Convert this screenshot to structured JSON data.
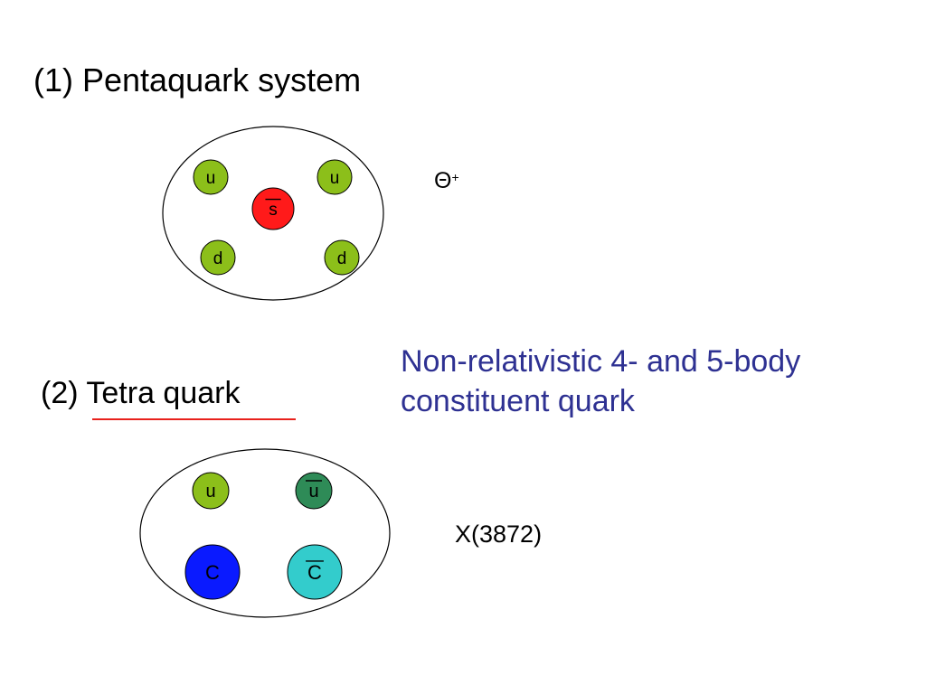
{
  "section1": {
    "title": "(1) Pentaquark system",
    "state_label": "Θ",
    "state_charge": "+",
    "quarks": [
      {
        "label": "u",
        "color": "#8cbf1a",
        "anti": false
      },
      {
        "label": "u",
        "color": "#8cbf1a",
        "anti": false
      },
      {
        "label": "s",
        "color": "#ff1a1a",
        "anti": true
      },
      {
        "label": "d",
        "color": "#8cbf1a",
        "anti": false
      },
      {
        "label": "d",
        "color": "#8cbf1a",
        "anti": false
      }
    ]
  },
  "section2": {
    "title": "(2) Tetra quark",
    "state_label": "X(3872)",
    "quarks": [
      {
        "label": "u",
        "color": "#8cbf1a",
        "anti": false
      },
      {
        "label": "u",
        "color": "#2e8b57",
        "anti": true
      },
      {
        "label": "C",
        "color": "#0a1aff",
        "anti": false
      },
      {
        "label": "C",
        "color": "#33cccc",
        "anti": true
      }
    ]
  },
  "note": {
    "line1": "Non-relativistic 4- and 5-body",
    "line2": "constituent quark",
    "color": "#2e3192"
  },
  "colors": {
    "underline": "#e8211c"
  }
}
